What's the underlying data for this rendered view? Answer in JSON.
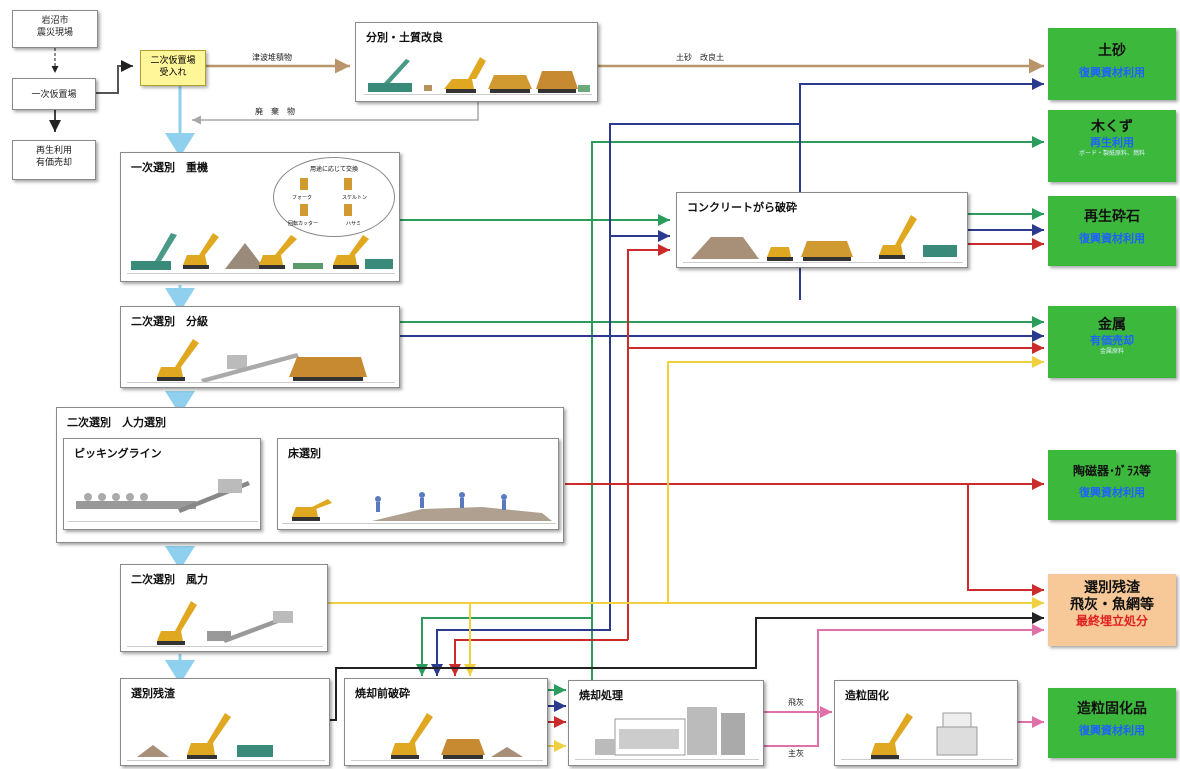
{
  "sources": {
    "city": "岩沼市\n震災現場",
    "primary": "一次仮置場",
    "recycle": "再生利用\n有価売却",
    "accept": "二次仮置場\n受入れ"
  },
  "edge_labels": {
    "tsunami": "津波堆積物",
    "waste": "廃　棄　物",
    "soil": "土砂　改良土",
    "flyash": "飛灰",
    "mainash": "主灰"
  },
  "processes": {
    "separation": "分別・土質改良",
    "sort1": "一次選別　重機",
    "sort1_note": "用途に応じて交換",
    "sort1_tools": [
      "フォーク",
      "スケルトン",
      "回転カッター",
      "ハサミ"
    ],
    "concrete": "コンクリートがら破砕",
    "sort2_class": "二次選別　分級",
    "sort2_manual": "二次選別　人力選別",
    "picking": "ピッキングライン",
    "floor": "床選別",
    "sort2_wind": "二次選別　風力",
    "residue": "選別残渣",
    "precrush": "焼却前破砕",
    "incinerate": "焼却処理",
    "granulate": "造粒固化"
  },
  "destinations": [
    {
      "title": "土砂",
      "sub": "復興資材利用",
      "note": ""
    },
    {
      "title": "木くず",
      "sub": "再生利用",
      "note": "ボード・製紙原料、燃料"
    },
    {
      "title": "再生砕石",
      "sub": "復興資材利用",
      "note": ""
    },
    {
      "title": "金属",
      "sub": "有価売却",
      "note": "金属原料"
    },
    {
      "title": "陶磁器･ｶﾞﾗｽ等",
      "sub": "復興資材利用",
      "note": ""
    },
    {
      "title": "選別残渣\n飛灰・魚網等",
      "sub": "最終埋立処分",
      "note": ""
    },
    {
      "title": "造粒固化品",
      "sub": "復興資材利用",
      "note": ""
    }
  ],
  "colors": {
    "soil": "#b8956a",
    "wood": "#2a9c5c",
    "navy": "#2b3a8c",
    "red": "#cc2b2b",
    "yellow": "#f0d040",
    "gray": "#a8a8a8",
    "black": "#222222",
    "pink": "#e070a8",
    "flow": "#8fd0ee",
    "dest_green": "#3cb93c",
    "dest_orange": "#f7c898"
  }
}
